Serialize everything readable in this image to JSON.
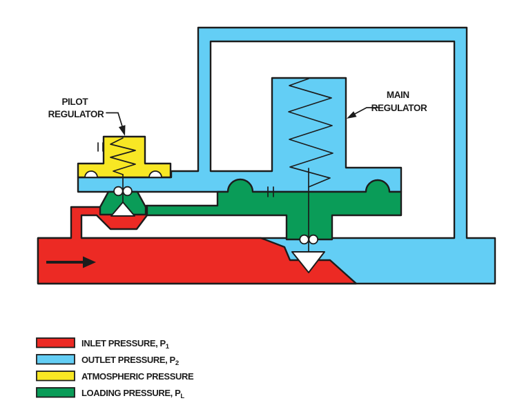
{
  "colors": {
    "red": "#EC2A24",
    "blue": "#63CEF5",
    "yellow": "#F8E724",
    "green": "#0A9C58",
    "outline": "#1C1C1C",
    "white": "#FFFFFF"
  },
  "labels": {
    "pilot": {
      "line1": "PILOT",
      "line2": "REGULATOR"
    },
    "main": {
      "line1": "MAIN",
      "line2": "REGULATOR"
    }
  },
  "legend": {
    "items": [
      {
        "label": "INLET PRESSURE, P",
        "sub": "1",
        "color": "red"
      },
      {
        "label": "OUTLET PRESSURE, P",
        "sub": "2",
        "color": "blue"
      },
      {
        "label": "ATMOSPHERIC PRESSURE",
        "sub": "",
        "color": "yellow"
      },
      {
        "label": "LOADING PRESSURE, P",
        "sub": "L",
        "color": "green"
      }
    ]
  }
}
